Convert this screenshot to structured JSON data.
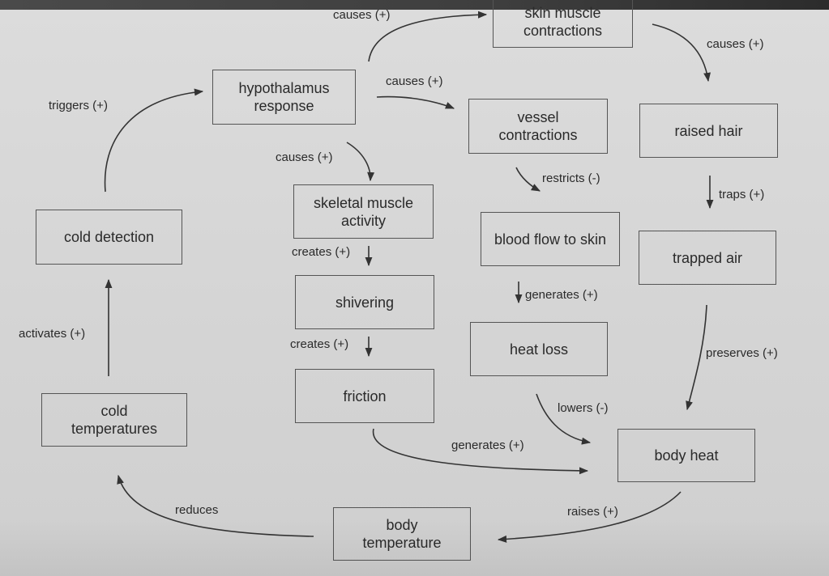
{
  "nodes": {
    "skin_muscle": "skin muscle\ncontractions",
    "hypothalamus": "hypothalamus\nresponse",
    "vessel": "vessel\ncontractions",
    "raised_hair": "raised hair",
    "skeletal": "skeletal muscle\nactivity",
    "cold_detection": "cold detection",
    "blood_flow": "blood flow to skin",
    "trapped_air": "trapped air",
    "shivering": "shivering",
    "heat_loss": "heat loss",
    "friction": "friction",
    "cold_temps": "cold\ntemperatures",
    "body_heat": "body heat",
    "body_temp": "body\ntemperature"
  },
  "edges": {
    "hyp_skin": "causes (+)",
    "skin_hair": "causes (+)",
    "hyp_vessel": "causes (+)",
    "detect_hyp": "triggers (+)",
    "hyp_skeletal": "causes (+)",
    "vessel_blood": "restricts (-)",
    "hair_air": "traps (+)",
    "skeletal_shiver": "creates (+)",
    "blood_heatloss": "generates (+)",
    "temps_detect": "activates (+)",
    "shiver_friction": "creates (+)",
    "air_heat": "preserves (+)",
    "heatloss_heat": "lowers (-)",
    "friction_heat": "generates (+)",
    "temp_temps": "reduces",
    "heat_temp": "raises (+)"
  },
  "colors": {
    "ink": "#2a2a2a",
    "box_border": "#555555",
    "background": "#d8d8d8"
  }
}
